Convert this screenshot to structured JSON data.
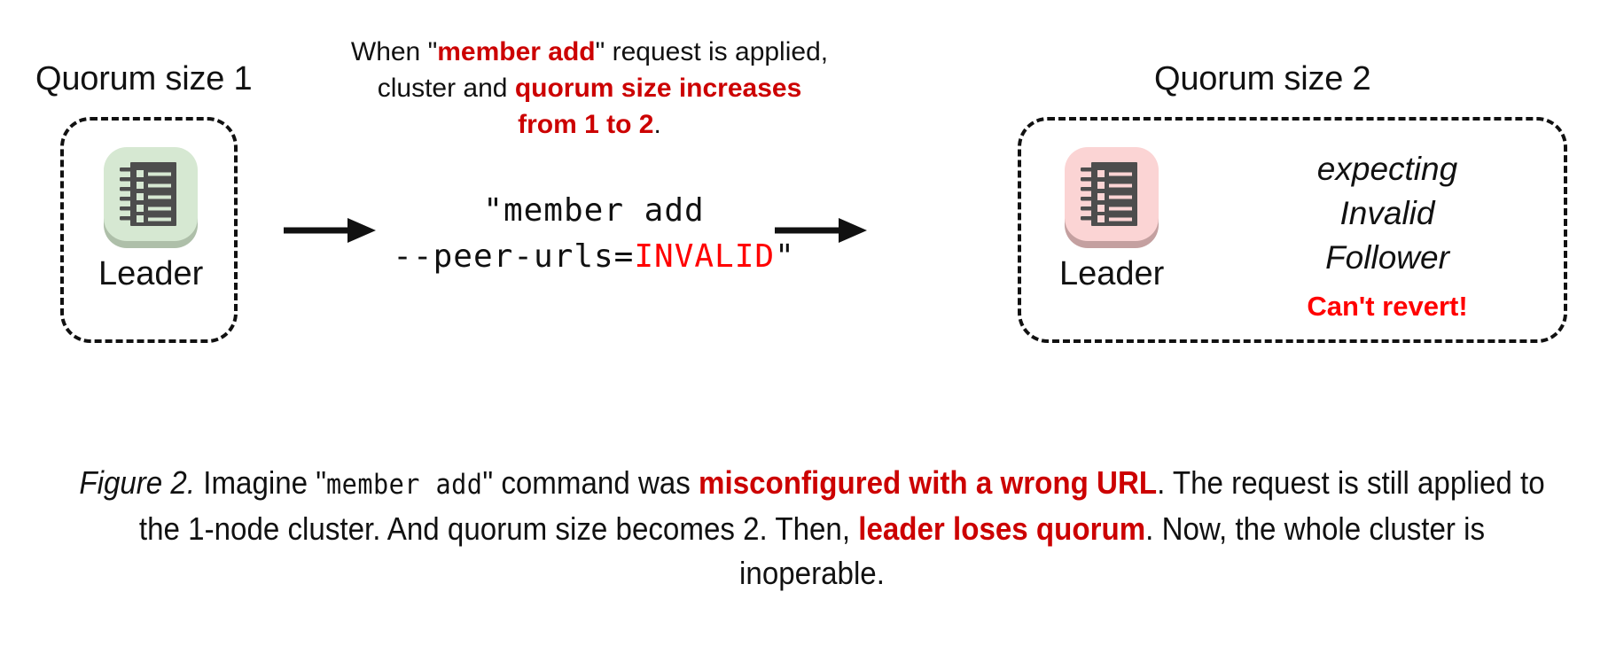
{
  "figure": {
    "left_cluster": {
      "title": "Quorum size 1",
      "node_label": "Leader",
      "icon_name": "etcd-node-ledger-icon",
      "tile_color": "#d6e8d2",
      "tile_shadow_color": "#aebfa9",
      "icon_color": "#4d4d4d"
    },
    "right_cluster": {
      "title": "Quorum size 2",
      "node_label": "Leader",
      "icon_name": "etcd-node-ledger-icon",
      "tile_color": "#fbd4d4",
      "tile_shadow_color": "#c4a0a0",
      "icon_color": "#4d4d4d",
      "status_lines": [
        "expecting",
        "Invalid",
        "Follower"
      ],
      "alert": "Can't revert!"
    },
    "top_note": {
      "line1_pre": "When \"",
      "line1_hl": "member add",
      "line1_post": "\" request is applied,",
      "line2_pre": "cluster and ",
      "line2_hl": "quorum size increases",
      "line3_hl": "from 1 to 2",
      "line3_post": "."
    },
    "command": {
      "line1": "\"member add",
      "line2_pre": "--peer-urls=",
      "line2_invalid": "INVALID",
      "line2_post": "\""
    },
    "caption": {
      "fignum": "Figure 2.",
      "seg1": " Imagine \"",
      "mono1": "member add",
      "seg2": "\" command was ",
      "hl1": "misconfigured with a wrong URL",
      "seg3": ". The request is still applied to the 1-node cluster. And quorum size becomes 2. Then, ",
      "hl2": "leader loses quorum",
      "seg4": ". Now, the whole cluster is inoperable."
    },
    "colors": {
      "highlight_red": "#cc0000",
      "invalid_red": "#ff0000",
      "text_black": "#111111"
    },
    "arrows": [
      {
        "name": "arrow-left-to-command"
      },
      {
        "name": "arrow-command-to-right"
      }
    ]
  }
}
